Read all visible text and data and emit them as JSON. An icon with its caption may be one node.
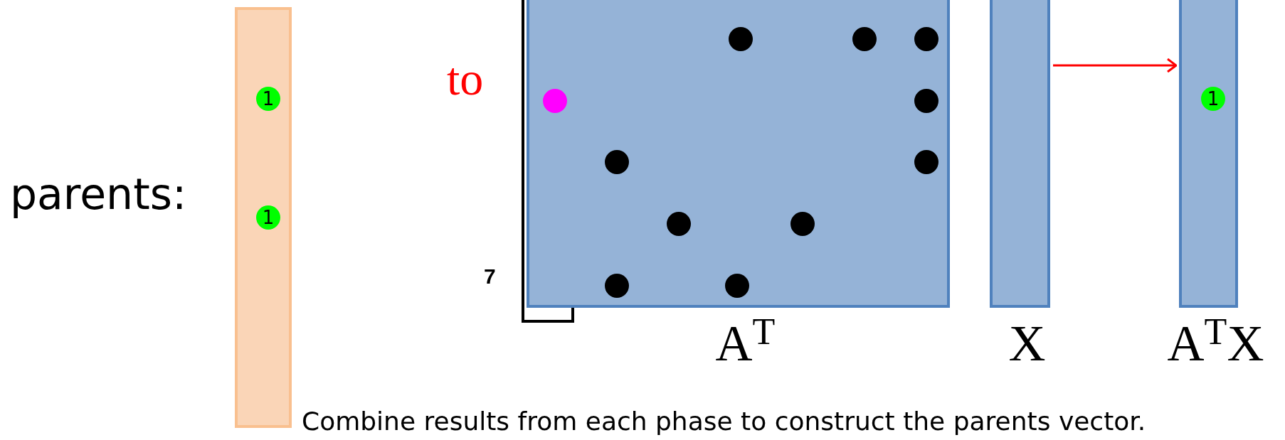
{
  "diagram": {
    "caption": "Combine results from each phase to construct the parents vector.",
    "nodes": [
      {
        "text": [],
        "shape": "bar",
        "beside": [
          "parents:"
        ]
      },
      {
        "text": [
          "1"
        ],
        "in": 0
      },
      {
        "text": [
          "1"
        ],
        "in": 0
      },
      {
        "text": [
          "A$^{T}$"
        ]
      },
      {
        "text": [],
        "shape": "circle",
        "in": 3
      },
      {
        "text": [],
        "shape": "circle",
        "in": 3
      },
      {
        "text": [],
        "shape": "circle",
        "in": 3
      },
      {
        "text": [],
        "shape": "circle",
        "in": 3
      },
      {
        "text": [],
        "shape": "circle",
        "in": 3
      },
      {
        "text": [],
        "shape": "circle",
        "in": 3
      },
      {
        "text": [],
        "shape": "circle",
        "in": 3
      },
      {
        "text": [],
        "shape": "circle",
        "in": 3
      },
      {
        "text": [],
        "shape": "circle",
        "in": 3
      },
      {
        "text": [],
        "shape": "circle",
        "in": 3
      },
      {
        "text": [],
        "shape": "circle",
        "in": 3
      },
      {
        "text": [
          "X"
        ]
      },
      {
        "text": [
          "A$^{T}$X"
        ]
      },
      {
        "text": [
          "1"
        ],
        "in": 16
      }
    ],
    "edges": [
      {
        "from": 15,
        "to": 16,
        "arrow": "to",
        "color": "#ff0000"
      }
    ],
    "labels": [
      "to",
      "7"
    ]
  }
}
